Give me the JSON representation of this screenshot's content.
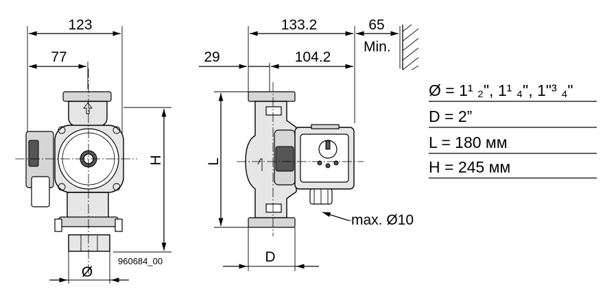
{
  "front_view": {
    "dim_width_total": "123",
    "dim_width_partial": "77",
    "dim_height_label": "H",
    "dim_diameter_label": "Ø",
    "drawing_number": "960684_00"
  },
  "side_view": {
    "dim_body": "133.2",
    "dim_wall_min": "65",
    "dim_wall_min_note": "Min.",
    "dim_flange_offset": "29",
    "dim_motor": "104.2",
    "dim_length_label": "L",
    "dim_connection_label": "D",
    "cable_note": "max. Ø10"
  },
  "specs": [
    {
      "label": "Ø = 1",
      "rest": " ½\", 1 ¼\", 1\" ¾\""
    },
    {
      "label": "D = 2”",
      "rest": ""
    },
    {
      "label": "L  = 180 мм",
      "rest": ""
    },
    {
      "label": "H = 245 мм",
      "rest": ""
    }
  ],
  "spec_lines": {
    "diameter": "Ø = 1¹ ₂\", 1¹ ₄\", 1\"³ ₄\"",
    "d": "D = 2”",
    "l": "L  = 180 мм",
    "h": "H = 245 мм"
  }
}
